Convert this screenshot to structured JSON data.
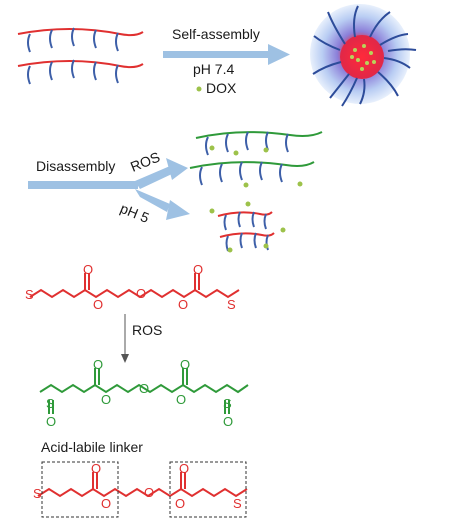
{
  "labels": {
    "self_assembly": "Self-assembly",
    "ph_7_4": "pH 7.4",
    "dox": "DOX",
    "disassembly": "Disassembly",
    "ros_branch": "ROS",
    "ph_5": "pH 5",
    "ros_reaction": "ROS",
    "acid_labile_linker": "Acid-labile linker"
  },
  "atoms": {
    "oxygen": "O",
    "sulfur": "S"
  },
  "colors": {
    "red_polymer": "#e03030",
    "blue_polymer": "#3d5fa8",
    "green_polymer": "#2f9a3a",
    "dox_dot": "#9dc24a",
    "arrow": "#9ec1e3",
    "micelle_core": "#e8293a",
    "micelle_halo": "#4f7fd6"
  },
  "icons": [
    "micelle-icon",
    "polymer-chain-icon",
    "reaction-arrow-icon"
  ]
}
